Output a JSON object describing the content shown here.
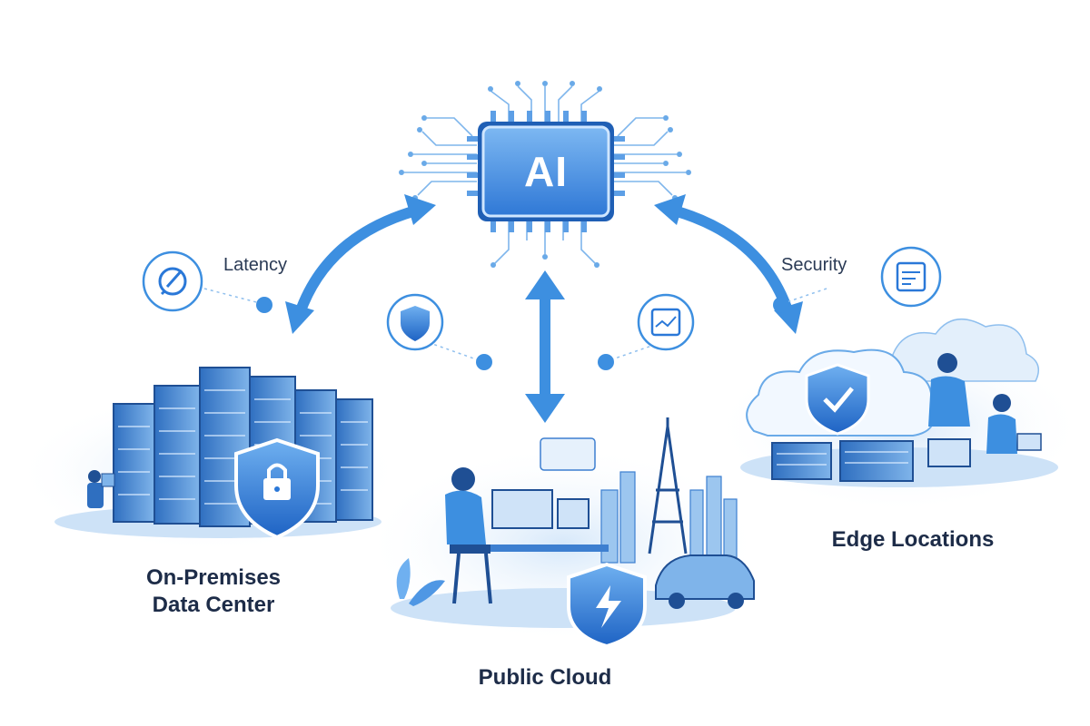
{
  "chip": {
    "label": "AI"
  },
  "factors": {
    "latency": "Latency",
    "security": "Security"
  },
  "locations": {
    "on_prem_line1": "On-Premises",
    "on_prem_line2": "Data Center",
    "public_cloud": "Public Cloud",
    "edge": "Edge Locations"
  },
  "colors": {
    "primary": "#3d8fe0",
    "dark": "#1f5fb5",
    "light": "#cfe3f8",
    "ink": "#1d2c48"
  },
  "icons": [
    "compass-icon",
    "document-icon",
    "shield-icon",
    "calendar-chart-icon",
    "lock-shield-icon",
    "check-shield-icon",
    "lightning-shield-icon"
  ]
}
